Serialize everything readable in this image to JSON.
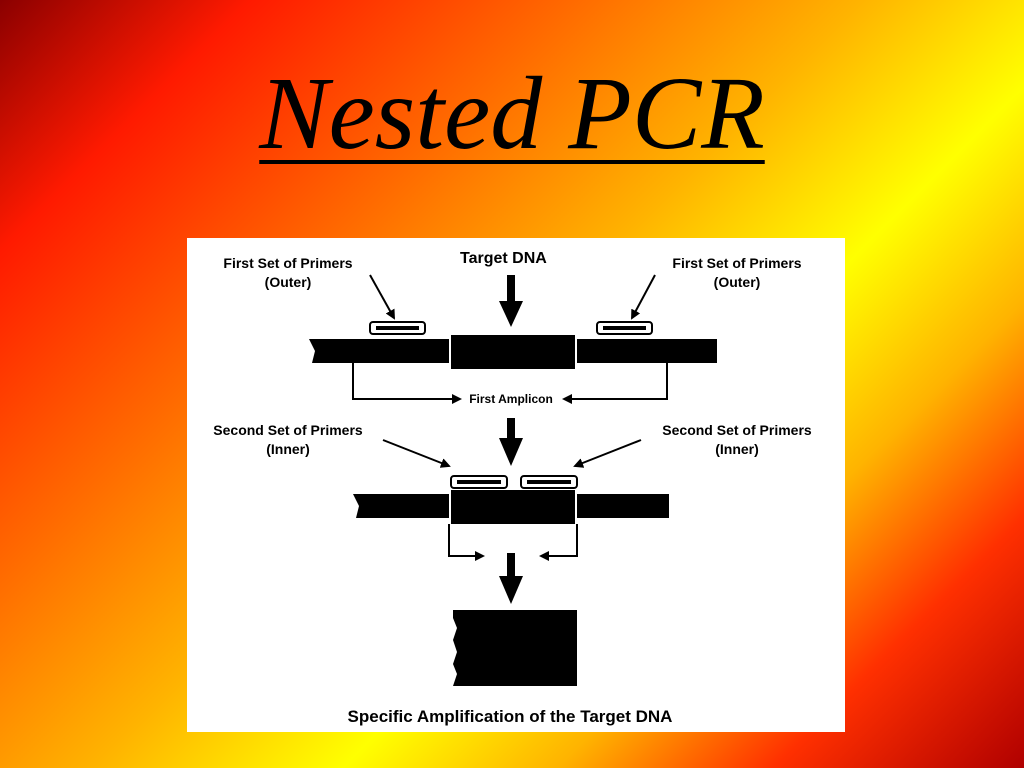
{
  "slide": {
    "title": "Nested PCR"
  },
  "diagram": {
    "target_label": "Target DNA",
    "outer_primers_left": {
      "line1": "First Set of Primers",
      "line2": "(Outer)"
    },
    "outer_primers_right": {
      "line1": "First Set of Primers",
      "line2": "(Outer)"
    },
    "first_amplicon_label": "First Amplicon",
    "inner_primers_left": {
      "line1": "Second Set of Primers",
      "line2": "(Inner)"
    },
    "inner_primers_right": {
      "line1": "Second Set of Primers",
      "line2": "(Inner)"
    },
    "caption": "Specific Amplification of the Target DNA"
  }
}
